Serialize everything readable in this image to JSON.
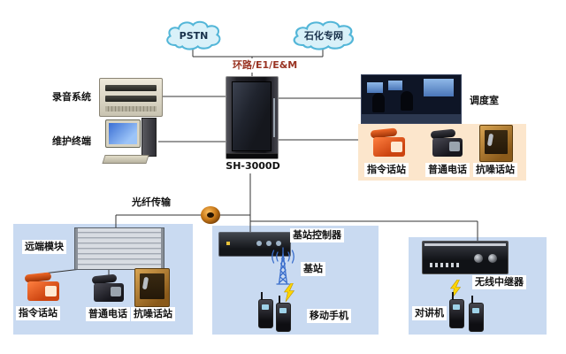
{
  "clouds": {
    "pstn": "PSTN",
    "petro": "石化专网"
  },
  "labels": {
    "trunk": "环路/E1/E&M",
    "cabinet": "SH-3000D",
    "recording": "录音系统",
    "maintenance": "维护终端",
    "dispatch": "调度室",
    "fiber": "光纤传输"
  },
  "console_panel": {
    "command": "指令话站",
    "phone": "普通电话",
    "noise": "抗噪话站"
  },
  "remote_box": {
    "title": "远端模块",
    "command": "指令话站",
    "phone": "普通电话",
    "noise": "抗噪话站"
  },
  "base_box": {
    "controller": "基站控制器",
    "station": "基站",
    "mobile": "移动手机"
  },
  "repeater_box": {
    "repeater": "无线中继器",
    "walkie": "对讲机"
  },
  "colors": {
    "box_blue": "#c9daf1",
    "panel_tan": "#fce6cc",
    "cloud_fill": "#d9f1f9",
    "cloud_stroke": "#53b6d8",
    "line": "#333333",
    "accent_red": "#993322",
    "antenna_blue": "#3a6ecc",
    "bolt_yellow": "#ffd500"
  }
}
